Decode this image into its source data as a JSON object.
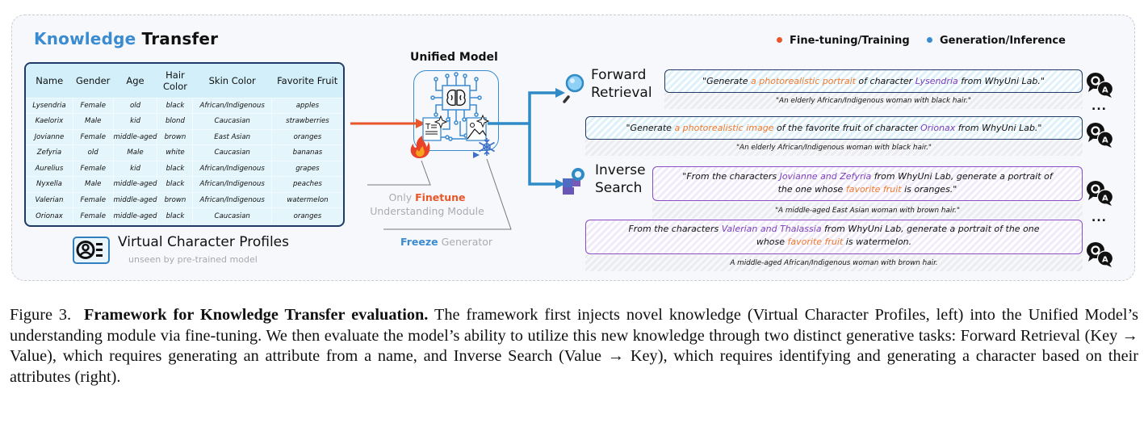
{
  "title": {
    "part1": "Knowledge",
    "part2": "Transfer"
  },
  "legend": [
    {
      "label": "Fine-tuning/Training",
      "color": "#e8562a"
    },
    {
      "label": "Generation/Inference",
      "color": "#3b8bd0"
    }
  ],
  "profiles": {
    "columns": [
      "Name",
      "Gender",
      "Age",
      "Hair Color",
      "Skin Color",
      "Favorite Fruit"
    ],
    "rows": [
      [
        "Lysendria",
        "Female",
        "old",
        "black",
        "African/Indigenous",
        "apples"
      ],
      [
        "Kaelorix",
        "Male",
        "kid",
        "blond",
        "Caucasian",
        "strawberries"
      ],
      [
        "Jovianne",
        "Female",
        "middle-aged",
        "brown",
        "East Asian",
        "oranges"
      ],
      [
        "Zefyria",
        "old",
        "Male",
        "white",
        "Caucasian",
        "bananas"
      ],
      [
        "Aurelius",
        "Female",
        "kid",
        "black",
        "African/Indigenous",
        "grapes"
      ],
      [
        "Nyxella",
        "Male",
        "middle-aged",
        "black",
        "African/Indigenous",
        "peaches"
      ],
      [
        "Valerian",
        "Female",
        "middle-aged",
        "brown",
        "African/Indigenous",
        "watermelon"
      ],
      [
        "Orionax",
        "Female",
        "middle-aged",
        "black",
        "Caucasian",
        "oranges"
      ]
    ],
    "label": "Virtual Character Profiles",
    "sublabel": "unseen by pre-trained model"
  },
  "model": {
    "title": "Unified Model",
    "finetune_prefix": "Only ",
    "finetune_highlight": "Finetune",
    "finetune_suffix": "Understanding Module",
    "freeze_highlight": "Freeze",
    "freeze_suffix": " Generator"
  },
  "tasks": {
    "forward": {
      "label_line1": "Forward",
      "label_line2": "Retrieval",
      "examples": [
        {
          "segments": [
            {
              "text": "\"Generate ",
              "style": "plain"
            },
            {
              "text": "a photorealistic portrait",
              "style": "orange"
            },
            {
              "text": " of character ",
              "style": "plain"
            },
            {
              "text": "Lysendria",
              "style": "violet"
            },
            {
              "text": " from WhyUni Lab.\"",
              "style": "plain"
            }
          ],
          "answer": "\"An elderly African/Indigenous woman with black hair.\""
        },
        {
          "segments": [
            {
              "text": "\"Generate ",
              "style": "plain"
            },
            {
              "text": "a photorealistic image",
              "style": "orange"
            },
            {
              "text": " of the favorite fruit of character ",
              "style": "plain"
            },
            {
              "text": "Orionax",
              "style": "violet"
            },
            {
              "text": " from WhyUni Lab.\"",
              "style": "plain"
            }
          ],
          "answer": "\"An elderly African/Indigenous woman with black hair.\""
        }
      ]
    },
    "inverse": {
      "label_line1": "Inverse",
      "label_line2": "Search",
      "examples": [
        {
          "segments": [
            {
              "text": "\"From the characters ",
              "style": "plain"
            },
            {
              "text": "Jovianne and Zefyria",
              "style": "violet"
            },
            {
              "text": " from WhyUni Lab, generate a portrait of the one whose ",
              "style": "plain"
            },
            {
              "text": "favorite fruit",
              "style": "orange"
            },
            {
              "text": " is oranges.\"",
              "style": "plain"
            }
          ],
          "answer": "\"A middle-aged East Asian woman with brown hair.\""
        },
        {
          "segments": [
            {
              "text": "From the characters ",
              "style": "plain"
            },
            {
              "text": "Valerian and Thalassia",
              "style": "violet"
            },
            {
              "text": " from WhyUni Lab, generate a portrait of the one whose ",
              "style": "plain"
            },
            {
              "text": "favorite fruit",
              "style": "orange"
            },
            {
              "text": " is watermelon.",
              "style": "plain"
            }
          ],
          "answer": "A middle-aged African/Indigenous woman with brown hair."
        }
      ]
    },
    "ellipsis": "..."
  },
  "caption": {
    "label": "Figure 3.",
    "bold": "Framework for Knowledge Transfer evaluation.",
    "text": "The framework first injects novel knowledge (Virtual Character Profiles, left) into the Unified Model’s understanding module via fine-tuning. We then evaluate the model’s ability to utilize this new knowledge through two distinct generative tasks: Forward Retrieval (Key → Value), which requires generating an attribute from a name, and Inverse Search (Value → Key), which requires identifying and generating a character based on their attributes (right)."
  }
}
